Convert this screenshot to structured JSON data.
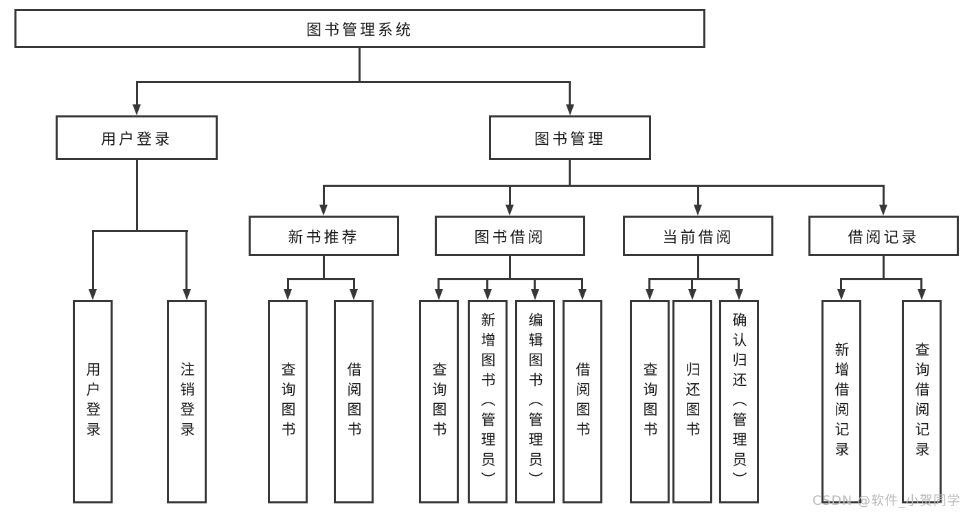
{
  "diagram": {
    "root": {
      "label": "图书管理系统"
    },
    "level2": [
      {
        "label": "用户登录"
      },
      {
        "label": "图书管理"
      }
    ],
    "level3": [
      {
        "label": "新书推荐"
      },
      {
        "label": "图书借阅"
      },
      {
        "label": "当前借阅"
      },
      {
        "label": "借阅记录"
      }
    ],
    "leaves": [
      {
        "label": "用户登录"
      },
      {
        "label": "注销登录"
      },
      {
        "label": "查询图书"
      },
      {
        "label": "借阅图书"
      },
      {
        "label": "查询图书"
      },
      {
        "label": "新增图书（管理员）"
      },
      {
        "label": "编辑图书（管理员）"
      },
      {
        "label": "借阅图书"
      },
      {
        "label": "查询图书"
      },
      {
        "label": "归还图书"
      },
      {
        "label": "确认归还（管理员）"
      },
      {
        "label": "新增借阅记录"
      },
      {
        "label": "查询借阅记录"
      }
    ]
  },
  "watermark": "CSDN @软件_小贺同学",
  "colors": {
    "line": "#373737",
    "text": "#161616",
    "background": "#ffffff",
    "watermark": "#b9b9b9"
  }
}
